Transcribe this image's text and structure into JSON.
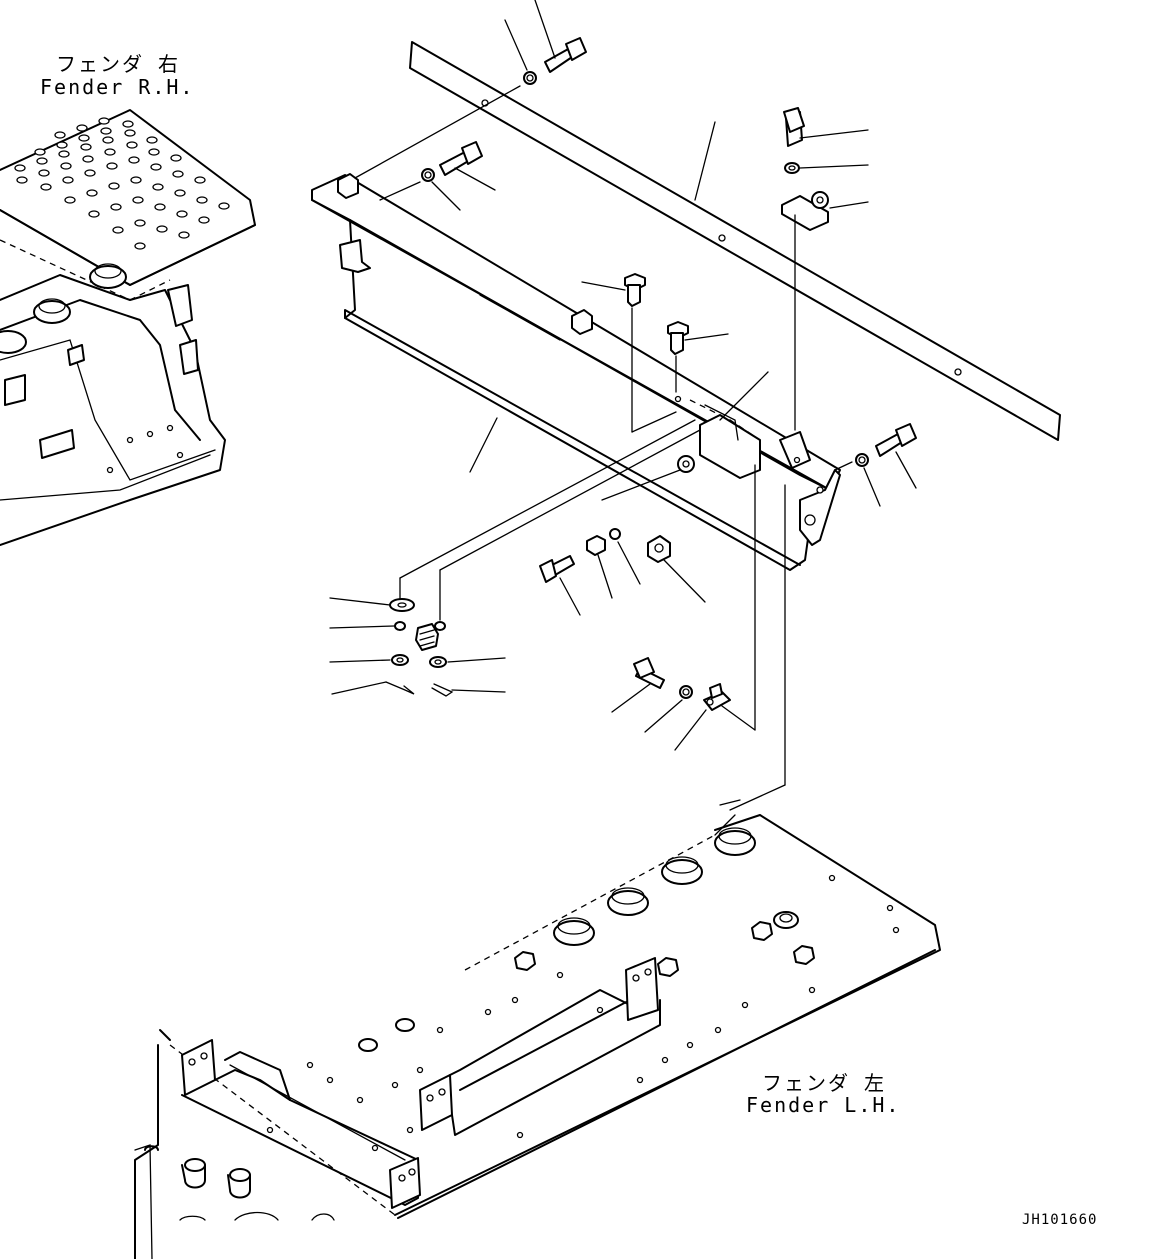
{
  "labels": {
    "fender_rh_jp": "フェンダ 右",
    "fender_rh_en": "Fender R.H.",
    "fender_lh_jp": "フェンダ 左",
    "fender_lh_en": "Fender L.H."
  },
  "drawing_code": "JH101660"
}
